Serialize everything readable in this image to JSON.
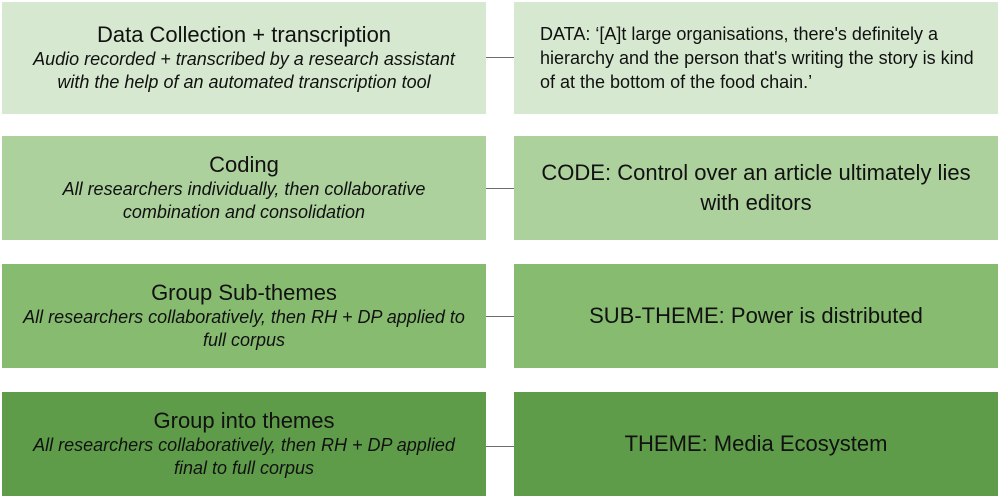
{
  "steps": [
    {
      "title": "Data Collection + transcription",
      "description": "Audio recorded + transcribed by a research assistant with the help of an automated transcription tool",
      "example": "DATA:  ‘[A]t large organisations, there's definitely a hierarchy and the person that's writing the story is kind of at the bottom of the food chain.’",
      "color": "#d6e8cf"
    },
    {
      "title": "Coding",
      "description": "All researchers individually, then collaborative combination and consolidation",
      "example": "CODE: Control over an article ultimately lies with editors",
      "color": "#acd19c"
    },
    {
      "title": "Group Sub-themes",
      "description": "All researchers collaboratively, then RH + DP applied to full corpus",
      "example": "SUB-THEME: Power is distributed",
      "color": "#87bb70"
    },
    {
      "title": "Group into themes",
      "description": "All researchers collaboratively, then RH + DP applied final to full corpus",
      "example": "THEME: Media Ecosystem",
      "color": "#5f9c49"
    }
  ]
}
